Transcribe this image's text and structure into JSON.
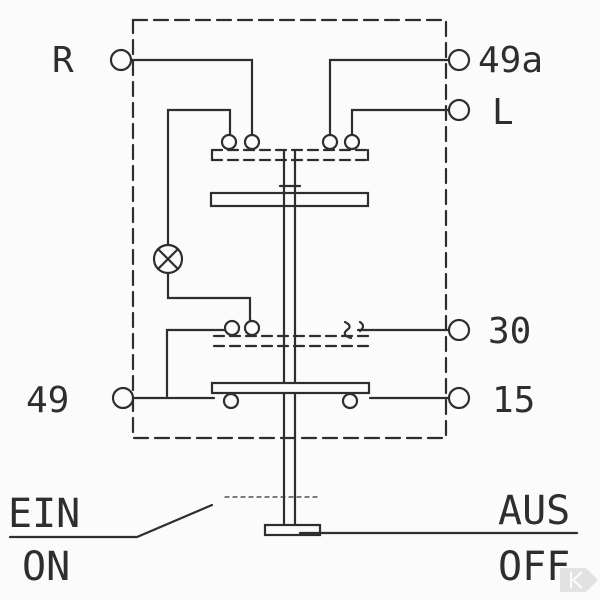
{
  "terminals": {
    "R": "R",
    "t49a": "49a",
    "L": "L",
    "t30": "30",
    "t49": "49",
    "t15": "15"
  },
  "switch_positions": {
    "on_de": "EIN",
    "on_en": "ON",
    "off_de": "AUS",
    "off_en": "OFF"
  },
  "colors": {
    "line": "#2e2e2e",
    "background": "#fbfbfb"
  },
  "icons": {
    "lamp": "lamp-symbol",
    "watermark": "k-logo"
  }
}
